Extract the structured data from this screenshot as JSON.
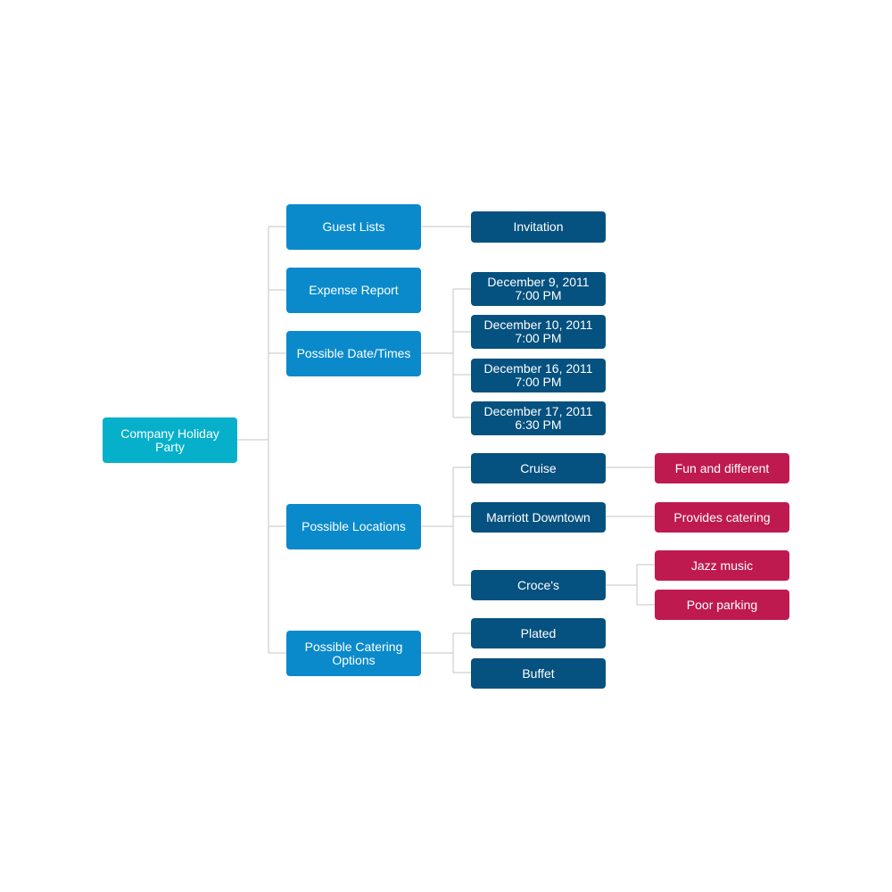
{
  "colors": {
    "root": "#06b0cb",
    "level1": "#0a8acb",
    "level2": "#05517f",
    "level3": "#be1a50",
    "connector": "#c6c6c6"
  },
  "root": {
    "label": "Company Holiday\nParty"
  },
  "branches": {
    "guest_lists": {
      "label": "Guest Lists",
      "children": {
        "invitation": "Invitation"
      }
    },
    "expense_report": {
      "label": "Expense Report"
    },
    "date_times": {
      "label": "Possible Date/Times",
      "children": {
        "dec9": "December 9, 2011\n7:00 PM",
        "dec10": "December 10, 2011\n7:00 PM",
        "dec16": "December 16, 2011\n7:00 PM",
        "dec17": "December 17, 2011\n6:30 PM"
      }
    },
    "locations": {
      "label": "Possible Locations",
      "children": {
        "cruise": {
          "label": "Cruise",
          "notes": [
            "Fun and different"
          ]
        },
        "marriott": {
          "label": "Marriott Downtown",
          "notes": [
            "Provides catering"
          ]
        },
        "croces": {
          "label": "Croce's",
          "notes": [
            "Jazz music",
            "Poor parking"
          ]
        }
      }
    },
    "catering": {
      "label": "Possible Catering\nOptions",
      "children": {
        "plated": "Plated",
        "buffet": "Buffet"
      }
    }
  }
}
